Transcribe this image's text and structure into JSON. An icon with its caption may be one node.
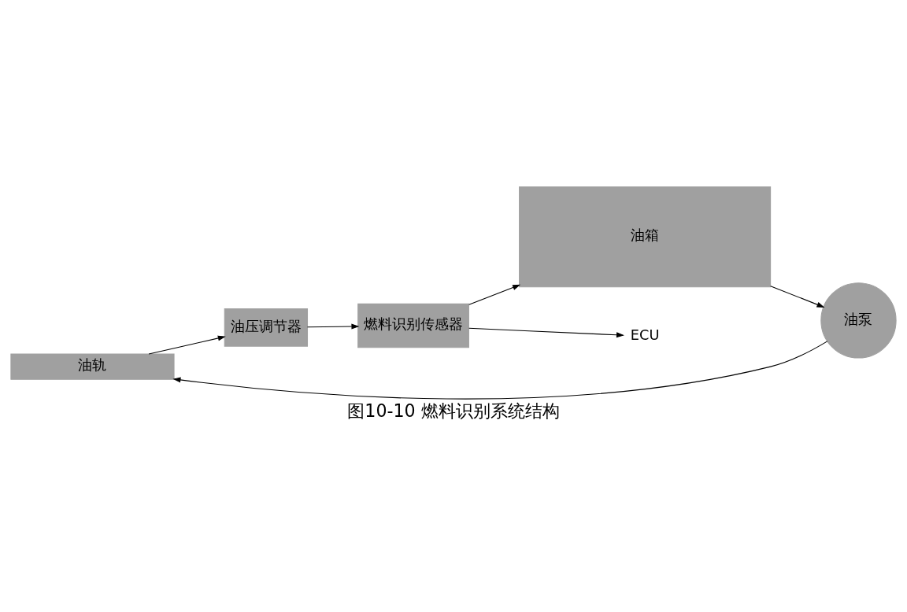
{
  "diagram": {
    "caption": "图10-10 燃料识别系统结构",
    "nodes": [
      {
        "text": [
          "油轨"
        ]
      },
      {
        "text": [
          "油压调节器"
        ]
      },
      {
        "text": [
          "燃料识别传感器"
        ]
      },
      {
        "text": [
          "油箱"
        ]
      },
      {
        "text": [
          "油泵"
        ]
      },
      {
        "text": [
          "ECU"
        ]
      }
    ],
    "edges": [
      {
        "from": 0,
        "to": 1,
        "arrow": "to"
      },
      {
        "from": 1,
        "to": 2,
        "arrow": "to"
      },
      {
        "from": 2,
        "to": 3,
        "arrow": "to"
      },
      {
        "from": 3,
        "to": 4,
        "arrow": "to"
      },
      {
        "from": 4,
        "to": 0,
        "arrow": "to"
      },
      {
        "from": 2,
        "to": 5,
        "arrow": "to"
      }
    ]
  }
}
